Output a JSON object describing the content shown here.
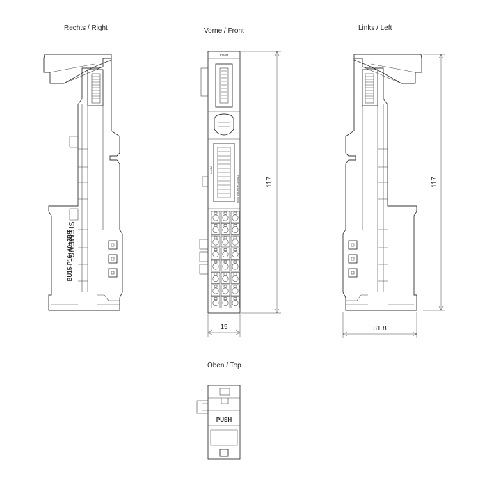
{
  "views": {
    "right": "Rechts / Right",
    "front": "Vorne / Front",
    "left": "Links / Left",
    "top": "Oben / Top"
  },
  "dimensions": {
    "height_right": "117",
    "height_left": "117",
    "front_width": "15",
    "side_width": "31.8"
  },
  "labels": {
    "brand": "SIEMENS",
    "model": "BU15-P16+A0+2B/T",
    "push": "PUSH",
    "push_small": "PUSH",
    "article_no": "6ES7193-6BP00-0BA1",
    "color_code": "6ncBA"
  }
}
